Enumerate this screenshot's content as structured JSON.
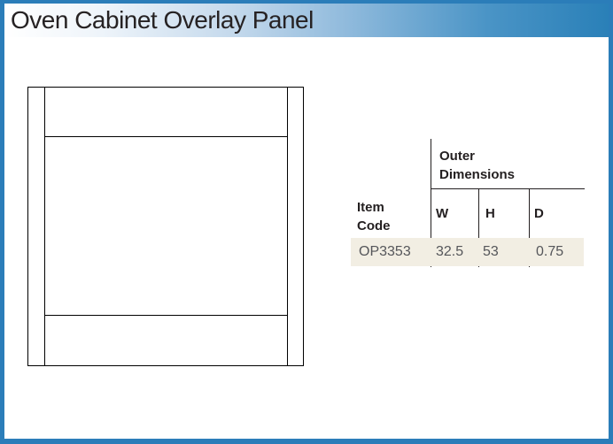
{
  "page": {
    "title": "Oven Cabinet Overlay Panel"
  },
  "colors": {
    "border_blue": "#2b7db9",
    "band_gradient_end": "#2a80b8",
    "row_beige": "#f2eee3",
    "header_text": "#231f20",
    "data_text": "#55565a"
  },
  "diagram": {
    "description": "front view line drawing of overlay panel with left and right stiles, top rail and bottom rail"
  },
  "table": {
    "group_header": "Outer Dimensions",
    "item_code_header": "Item Code",
    "columns": [
      "W",
      "H",
      "D"
    ],
    "rows": [
      {
        "item_code": "OP3353",
        "w": "32.5",
        "h": "53",
        "d": "0.75"
      }
    ]
  }
}
